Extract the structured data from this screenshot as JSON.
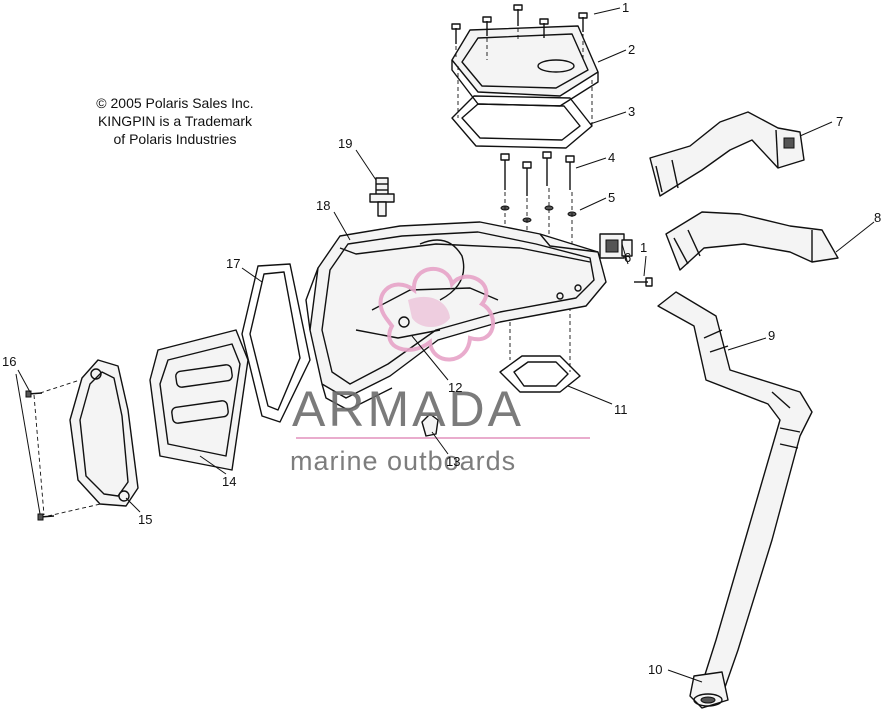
{
  "copyright": {
    "line1": "© 2005 Polaris Sales Inc.",
    "line2": "KINGPIN is a Trademark",
    "line3": "of Polaris Industries"
  },
  "callouts": {
    "c1": "1",
    "c1b": "1",
    "c2": "2",
    "c3": "3",
    "c4": "4",
    "c5": "5",
    "c6": "6",
    "c7": "7",
    "c8": "8",
    "c9": "9",
    "c10": "10",
    "c11": "11",
    "c12": "12",
    "c13": "13",
    "c14": "14",
    "c15": "15",
    "c16": "16",
    "c17": "17",
    "c18": "18",
    "c19": "19"
  },
  "watermark": {
    "brand": "ARMADA",
    "tagline": "marine outboards",
    "color": "#e7a4c8"
  }
}
